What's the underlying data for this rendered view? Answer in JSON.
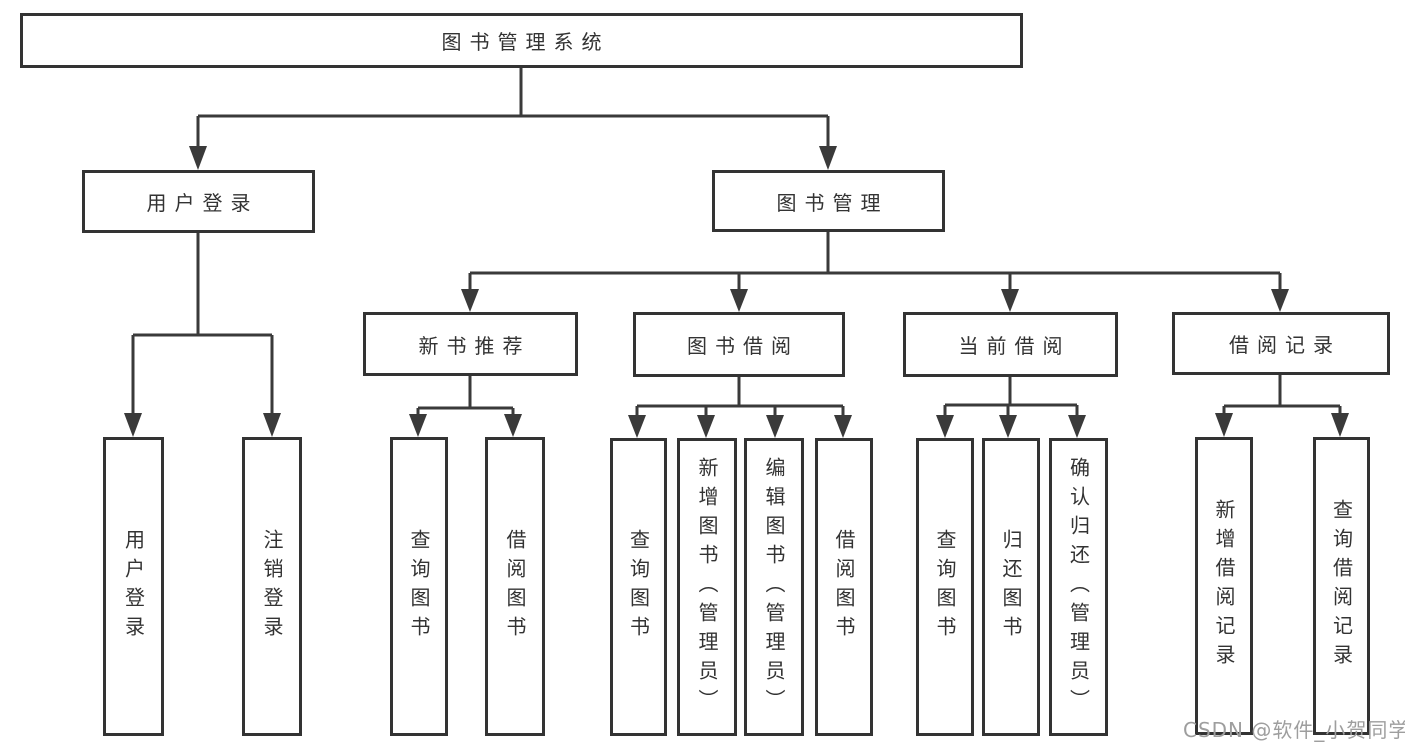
{
  "diagram": {
    "root": {
      "label": "图书管理系统"
    },
    "level2": [
      {
        "label": "用户登录",
        "children": [
          {
            "label": "用户登录"
          },
          {
            "label": "注销登录"
          }
        ]
      },
      {
        "label": "图书管理",
        "children": [
          {
            "label": "新书推荐",
            "children": [
              {
                "label": "查询图书"
              },
              {
                "label": "借阅图书"
              }
            ]
          },
          {
            "label": "图书借阅",
            "children": [
              {
                "label": "查询图书"
              },
              {
                "label": "新增图书（管理员）"
              },
              {
                "label": "编辑图书（管理员）"
              },
              {
                "label": "借阅图书"
              }
            ]
          },
          {
            "label": "当前借阅",
            "children": [
              {
                "label": "查询图书"
              },
              {
                "label": "归还图书"
              },
              {
                "label": "确认归还（管理员）"
              }
            ]
          },
          {
            "label": "借阅记录",
            "children": [
              {
                "label": "新增借阅记录"
              },
              {
                "label": "查询借阅记录"
              }
            ]
          }
        ]
      }
    ],
    "watermark": "CSDN @软件_小贺同学",
    "colors": {
      "box_border": "#333333",
      "connector_line": "#3a3a3a",
      "text": "#333333",
      "watermark_text": "#9e9e9e",
      "background": "#ffffff"
    }
  }
}
